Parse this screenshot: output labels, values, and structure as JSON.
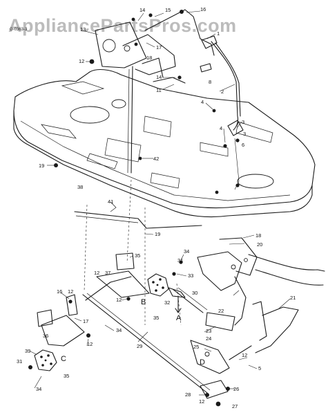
{
  "watermark": "AppliancePartsPros.com",
  "drawing_code": "G-0363-3",
  "callouts": [
    "1",
    "2",
    "3",
    "4",
    "5",
    "6",
    "8",
    "11",
    "12",
    "14",
    "15",
    "16",
    "17",
    "18",
    "19",
    "20",
    "21",
    "22",
    "23",
    "24",
    "25",
    "26",
    "27",
    "28",
    "29",
    "30",
    "31",
    "32",
    "33",
    "34",
    "35",
    "36",
    "37",
    "38",
    "39",
    "41",
    "42"
  ],
  "section_markers": [
    "A",
    "B",
    "C",
    "D"
  ],
  "labels": {
    "c14": "14",
    "c15": "15",
    "c16": "16",
    "c1": "1",
    "c13": "13",
    "c17": "17",
    "c18a": "18",
    "c12a": "12",
    "c14b": "14",
    "c8": "8",
    "c11": "11",
    "c2": "2",
    "c4a": "4",
    "c3a": "3",
    "c4b": "4",
    "c3b": "3",
    "c6": "6",
    "c19a": "19",
    "c42": "42",
    "c38": "38",
    "c41": "41",
    "c19b": "19",
    "c18b": "18",
    "c20": "20",
    "c35a": "35",
    "c34a": "34",
    "c31a": "31",
    "c12b": "12",
    "c37": "37",
    "c33": "33",
    "c12c": "12",
    "c32": "32",
    "c30": "30",
    "c35b": "35",
    "c16b": "16",
    "c12d": "12",
    "c17b": "17",
    "c34b": "34",
    "c36": "36",
    "c39": "39",
    "c12e": "12",
    "c29": "29",
    "c22": "22",
    "c23": "23",
    "c24": "24",
    "c21": "21",
    "c25": "25",
    "c12f": "12",
    "c5": "5",
    "c31b": "31",
    "c35c": "35",
    "c34c": "34",
    "c26": "26",
    "c28": "28",
    "c12g": "12",
    "c27": "27",
    "mA": "A",
    "mB": "B",
    "mC": "C",
    "mD": "D"
  }
}
